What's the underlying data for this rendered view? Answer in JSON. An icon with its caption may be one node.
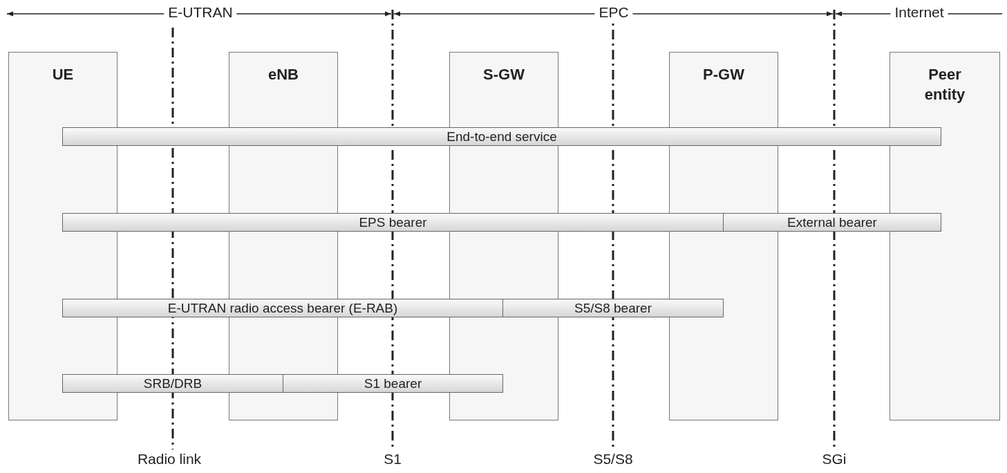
{
  "diagram": {
    "nodes": [
      {
        "text": [
          "UE"
        ]
      },
      {
        "text": [
          "eNB"
        ]
      },
      {
        "text": [
          "S-GW"
        ]
      },
      {
        "text": [
          "P-GW"
        ]
      },
      {
        "text": [
          "Peer entity"
        ]
      },
      {
        "text": [
          "End-to-end service"
        ]
      },
      {
        "text": [
          "EPS bearer"
        ]
      },
      {
        "text": [
          "External bearer"
        ]
      },
      {
        "text": [
          "E-UTRAN radio access bearer (E-RAB)"
        ]
      },
      {
        "text": [
          "S5/S8 bearer"
        ]
      },
      {
        "text": [
          "SRB/DRB"
        ]
      },
      {
        "text": [
          "S1 bearer"
        ]
      }
    ],
    "edges": [],
    "labels": [
      "E-UTRAN",
      "EPC",
      "Internet",
      "Radio link",
      "S1",
      "S5/S8",
      "SGi"
    ]
  }
}
